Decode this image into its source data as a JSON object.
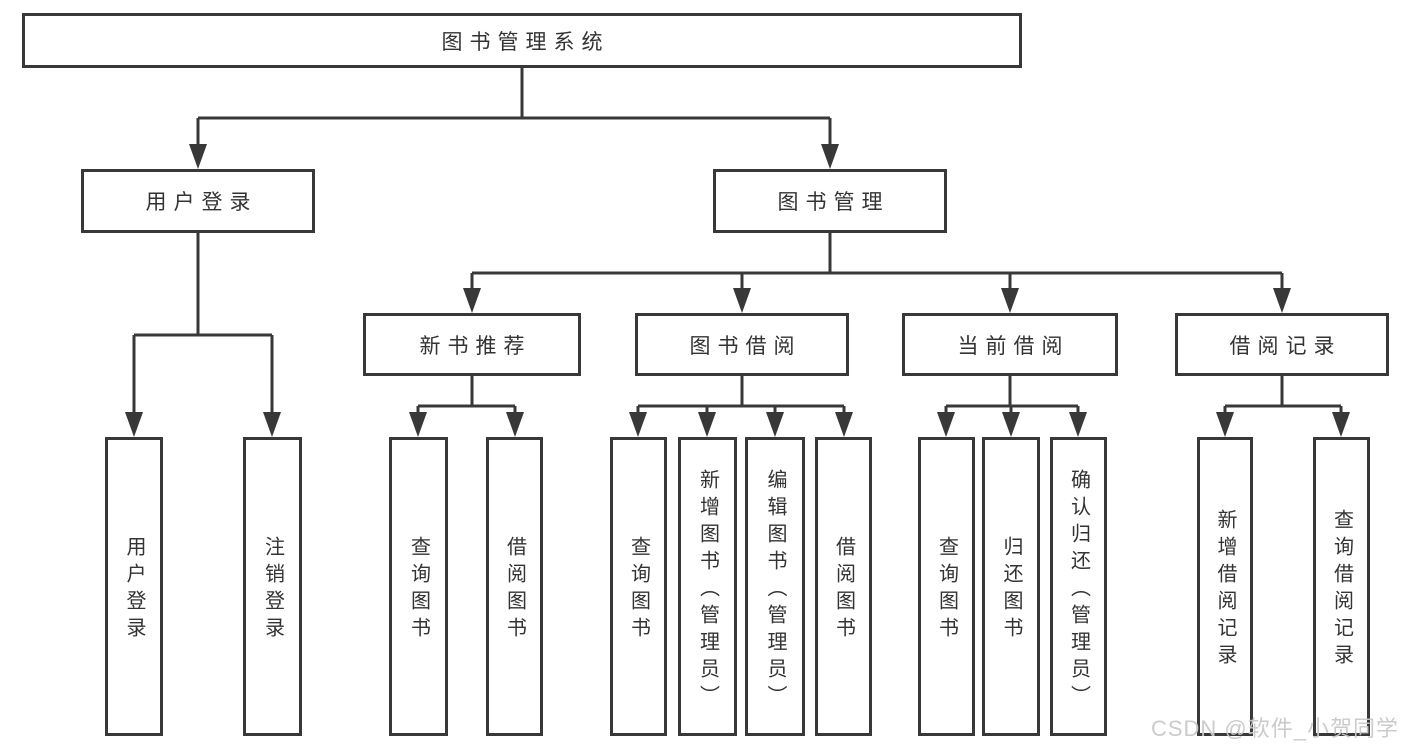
{
  "diagram": {
    "type": "hierarchy-tree",
    "title": "图书管理系统",
    "tree": {
      "root": {
        "label": "图书管理系统",
        "children": [
          {
            "label": "用户登录",
            "children": [
              {
                "label": "用户登录"
              },
              {
                "label": "注销登录"
              }
            ]
          },
          {
            "label": "图书管理",
            "children": [
              {
                "label": "新书推荐",
                "children": [
                  {
                    "label": "查询图书"
                  },
                  {
                    "label": "借阅图书"
                  }
                ]
              },
              {
                "label": "图书借阅",
                "children": [
                  {
                    "label": "查询图书"
                  },
                  {
                    "label": "新增图书（管理员）"
                  },
                  {
                    "label": "编辑图书（管理员）"
                  },
                  {
                    "label": "借阅图书"
                  }
                ]
              },
              {
                "label": "当前借阅",
                "children": [
                  {
                    "label": "查询图书"
                  },
                  {
                    "label": "归还图书"
                  },
                  {
                    "label": "确认归还（管理员）"
                  }
                ]
              },
              {
                "label": "借阅记录",
                "children": [
                  {
                    "label": "新增借阅记录"
                  },
                  {
                    "label": "查询借阅记录"
                  }
                ]
              }
            ]
          }
        ]
      }
    },
    "colors": {
      "line": "#383838",
      "box_border": "#383838",
      "text": "#333333",
      "background": "#ffffff",
      "watermark": "#c9c9c9"
    }
  },
  "watermark": {
    "text": "CSDN @软件_小贺同学"
  }
}
